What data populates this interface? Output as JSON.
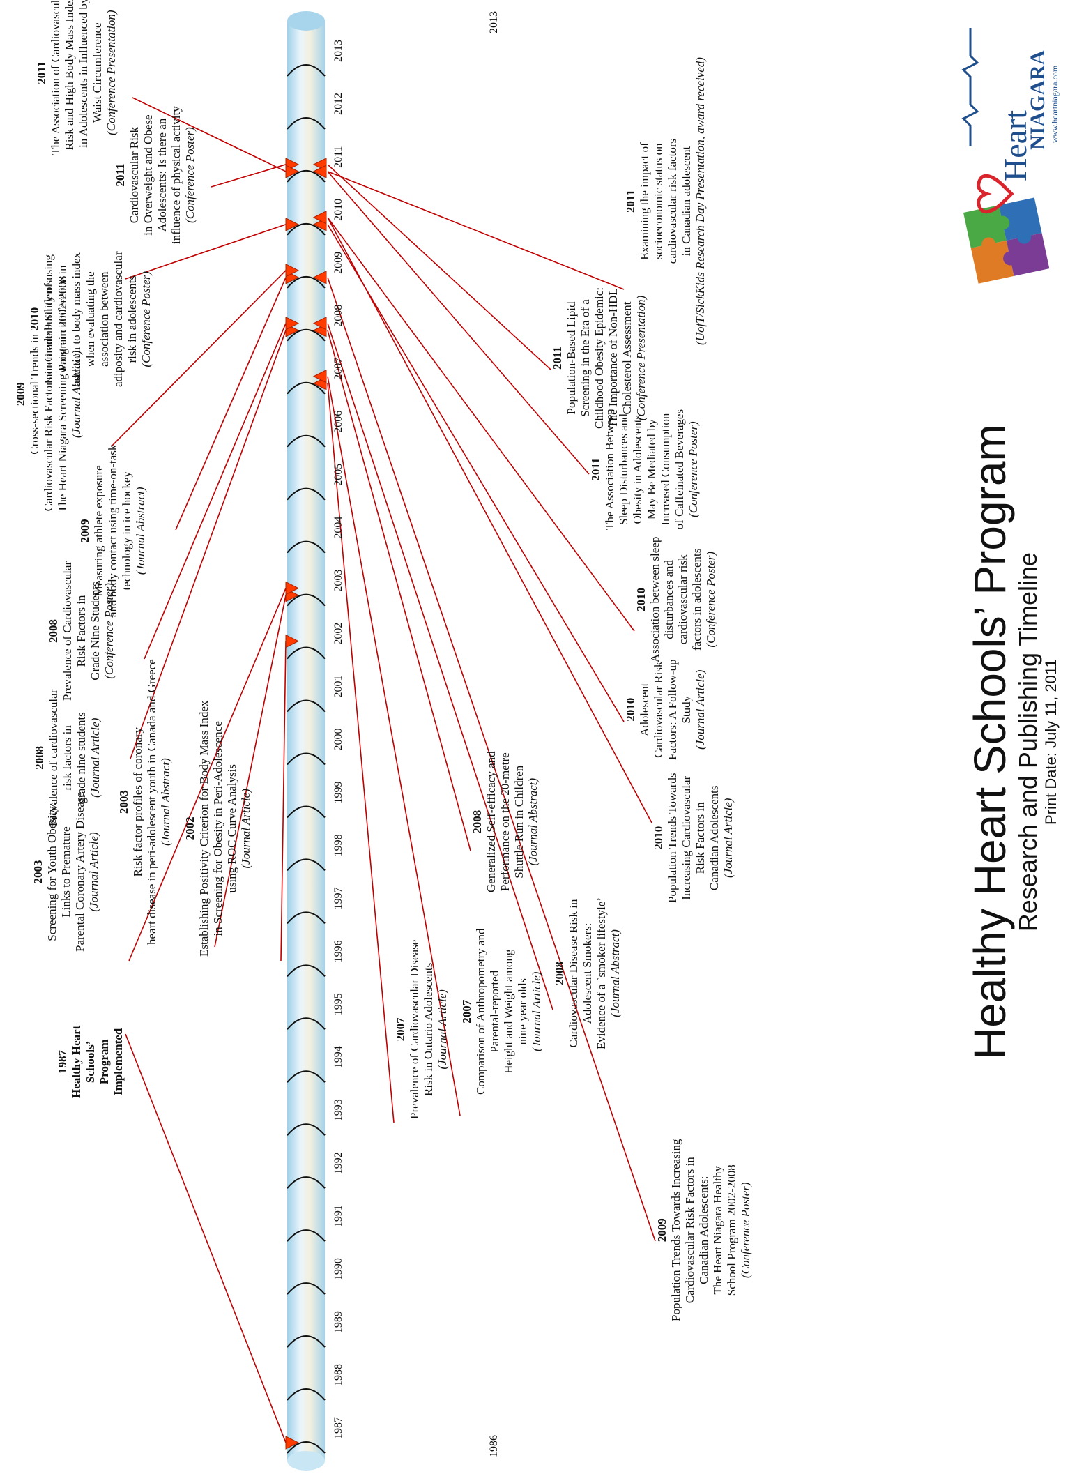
{
  "title": {
    "main": "Healthy Heart Schools’ Program",
    "sub": "Research and Publishing Timeline",
    "print_date": "Print Date: July 11, 2011"
  },
  "logo": {
    "word1": "Heart",
    "word2": "NIAGARA",
    "url": "www.heartniagara.com",
    "brand_color": "#1f4e8c",
    "heart_color": "#d9252b"
  },
  "axis": {
    "start_label": "1986",
    "end_label": "2013",
    "years": [
      "1987",
      "1988",
      "1989",
      "1990",
      "1991",
      "1992",
      "1993",
      "1994",
      "1995",
      "1996",
      "1997",
      "1998",
      "1999",
      "2000",
      "2001",
      "2002",
      "2003",
      "2004",
      "2005",
      "2006",
      "2007",
      "2008",
      "2009",
      "2010",
      "2011",
      "2012",
      "2013"
    ]
  },
  "entries_top": [
    {
      "year": "1987",
      "lines": [
        "Healthy Heart",
        "Schools’",
        "Program",
        "Implemented"
      ],
      "type": "",
      "bold_all": true
    },
    {
      "year": "2002",
      "lines": [
        "Establishing Positivity Criterion for Body Mass Index",
        "in Screening for Obesity in Peri-Adolescence",
        "using ROC Curve Analysis"
      ],
      "type": "(Journal Article)"
    },
    {
      "year": "2003",
      "lines": [
        "Risk factor profiles of coronary",
        "heart disease in peri-adolescent youth in Canada and Greece"
      ],
      "type": "(Journal Abstract)"
    },
    {
      "year": "2003",
      "lines": [
        "Screening for Youth Obesity:",
        "Links to Premature",
        "Parental Coronary Artery Disease"
      ],
      "type": "(Journal Article)"
    },
    {
      "year": "2008",
      "lines": [
        "Prevalence of cardiovascular",
        "risk factors in",
        "grade nine students"
      ],
      "type": "(Journal Article)"
    },
    {
      "year": "2008",
      "lines": [
        "Prevalence of Cardiovascular",
        "Risk Factors in",
        "Grade Nine Students"
      ],
      "type": "(Conference Poster)"
    },
    {
      "year": "2009",
      "lines": [
        "Measuring athlete exposure",
        "and body contact using time-on-task",
        "technology in ice hockey"
      ],
      "type": "(Journal Abstract)"
    },
    {
      "year": "2009",
      "lines": [
        "Cross-sectional Trends in",
        "Cardiovascular Risk Factors in Grade 9 Students:",
        "The Heart Niagara Screening Program 2002-2008"
      ],
      "type": "(Journal Abstract)"
    },
    {
      "year": "2010",
      "lines": [
        "Incremental utility of using",
        "waist circumference in",
        "addition to body mass index",
        "when evaluating the",
        "association between",
        "adiposity and cardiovascular",
        "risk in adolescents"
      ],
      "type": "(Conference Poster)"
    },
    {
      "year": "2011",
      "lines": [
        "Cardiovascular Risk",
        "in Overweight and Obese",
        "Adolescents: Is there an",
        "influence of physical activity"
      ],
      "type": "(Conference Poster)"
    },
    {
      "year": "2011",
      "lines": [
        "The Association of Cardiovascular",
        "Risk and High Body Mass Index",
        "in Adolescents in Influenced by",
        "Waist Circumference"
      ],
      "type": "(Conference Presentation)"
    }
  ],
  "entries_bottom": [
    {
      "year": "2007",
      "lines": [
        "Prevalence of Cardiovascular Disease",
        "Risk in Ontario Adolescents"
      ],
      "type": "(Journal Article)"
    },
    {
      "year": "2007",
      "lines": [
        "Comparison of Anthropometry and",
        "Parental-reported",
        "Height and Weight among",
        "nine year olds"
      ],
      "type": "(Journal Article)"
    },
    {
      "year": "2008",
      "lines": [
        "Generalized Self-efficacy and",
        "Performance on the 20-metre",
        "Shuttle Run in Children"
      ],
      "type": "(Journal Abstract)"
    },
    {
      "year": "2008",
      "lines": [
        "Cardiovascular Disease Risk in",
        "Adolescent Smokers:",
        "Evidence of a `smoker lifestyle’"
      ],
      "type": "(Journal Abstract)"
    },
    {
      "year": "2009",
      "lines": [
        "Population Trends Towards Increasing",
        "Cardiovascular Risk Factors in",
        "Canadian Adolescents:",
        "The Heart Niagara Healthy",
        "School Program 2002-2008"
      ],
      "type": "(Conference Poster)"
    },
    {
      "year": "2010",
      "lines": [
        "Population Trends Towards",
        "Increasing Cardiovascular",
        "Risk Factors in",
        "Canadian Adolescents"
      ],
      "type": "(Journal Article)"
    },
    {
      "year": "2010",
      "lines": [
        "Adolescent",
        "Cardiovascular Risk",
        "Factors: A Follow-up",
        "Study"
      ],
      "type": "(Journal Article)"
    },
    {
      "year": "2010",
      "lines": [
        "Association between sleep",
        "disturbances and",
        "cardiovascular risk",
        "factors in adolescents"
      ],
      "type": "(Conference Poster)"
    },
    {
      "year": "2011",
      "lines": [
        "The Association Between",
        "Sleep Disturbances and",
        "Obesity in Adolescents",
        "May Be Mediated by",
        "Increased Consumption",
        "of Caffeinated Beverages"
      ],
      "type": "(Conference Poster)"
    },
    {
      "year": "2011",
      "lines": [
        "Population-Based Lipid",
        "Screening in the Era of a",
        "Childhood Obesity Epidemic:",
        "The Importance of Non-HDL",
        "Cholesterol Assessment"
      ],
      "type": "(Conference Presentation)"
    },
    {
      "year": "2011",
      "lines": [
        "Examining the impact of",
        "socioeconomic status on",
        "cardiovascular risk factors",
        "in Canadian adolescent"
      ],
      "type": "(UofT/SickKids Research Day Presentation, award received)"
    }
  ]
}
